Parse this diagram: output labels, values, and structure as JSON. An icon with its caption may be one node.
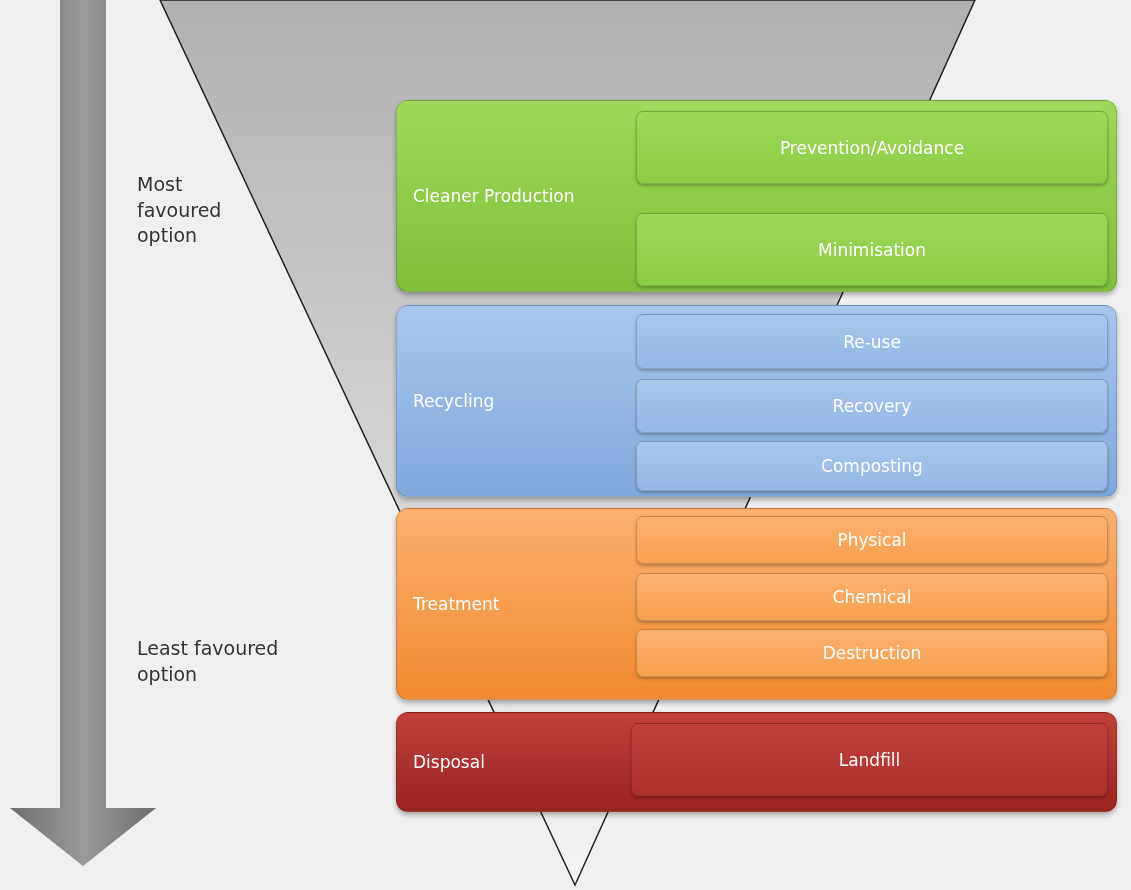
{
  "diagram": {
    "nodes": [
      {
        "text": [
          "Cleaner Production"
        ]
      },
      {
        "text": [
          "Prevention/Avoidance"
        ],
        "in": 0
      },
      {
        "text": [
          "Minimisation"
        ],
        "in": 0
      },
      {
        "text": [
          "Recycling"
        ]
      },
      {
        "text": [
          "Re-use"
        ],
        "in": 3
      },
      {
        "text": [
          "Recovery"
        ],
        "in": 3
      },
      {
        "text": [
          "Composting"
        ],
        "in": 3
      },
      {
        "text": [
          "Treatment"
        ]
      },
      {
        "text": [
          "Physical"
        ],
        "in": 7
      },
      {
        "text": [
          "Chemical"
        ],
        "in": 7
      },
      {
        "text": [
          "Destruction"
        ],
        "in": 7
      },
      {
        "text": [
          "Disposal"
        ]
      },
      {
        "text": [
          "Landfill"
        ],
        "in": 11
      }
    ],
    "labels": [
      "Most favoured option",
      "Least favoured option"
    ]
  }
}
